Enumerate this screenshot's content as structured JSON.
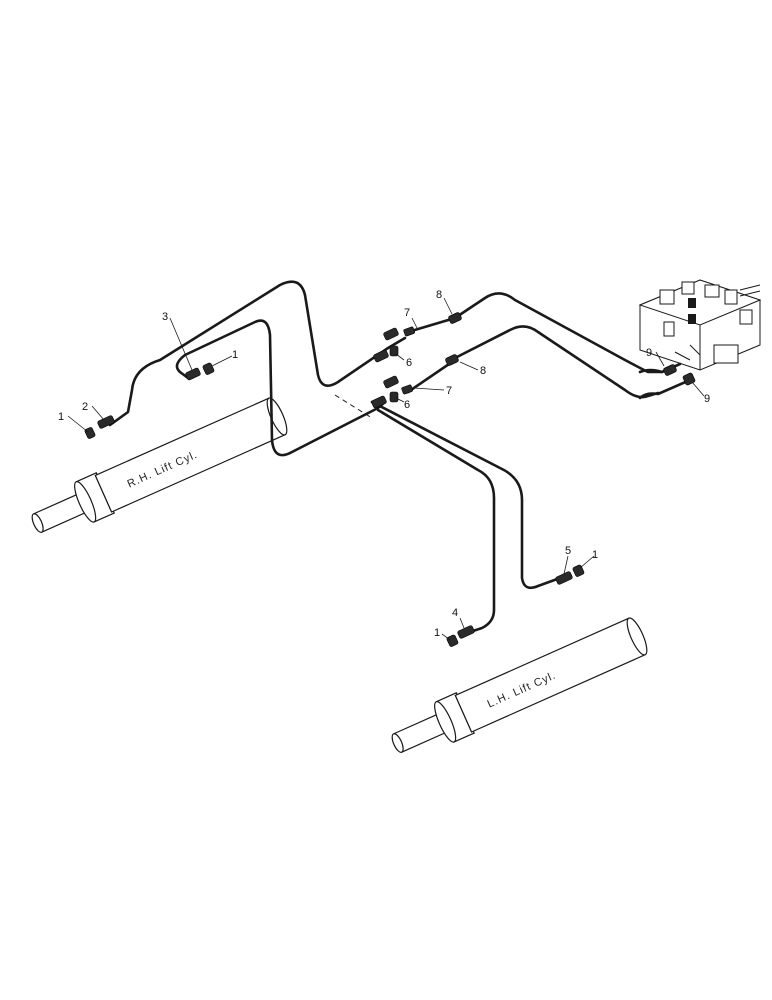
{
  "cylinders": {
    "rh_label": "R.H. Lift Cyl.",
    "lh_label": "L.H. Lift Cyl."
  },
  "callouts": [
    {
      "id": "c1a",
      "text": "1"
    },
    {
      "id": "c2",
      "text": "2"
    },
    {
      "id": "c3",
      "text": "3"
    },
    {
      "id": "c1b",
      "text": "1"
    },
    {
      "id": "c7a",
      "text": "7"
    },
    {
      "id": "c8a",
      "text": "8"
    },
    {
      "id": "c6a",
      "text": "6"
    },
    {
      "id": "c8b",
      "text": "8"
    },
    {
      "id": "c7b",
      "text": "7"
    },
    {
      "id": "c6b",
      "text": "6"
    },
    {
      "id": "c9a",
      "text": "9"
    },
    {
      "id": "c9b",
      "text": "9"
    },
    {
      "id": "c5",
      "text": "5"
    },
    {
      "id": "c1c",
      "text": "1"
    },
    {
      "id": "c4",
      "text": "4"
    },
    {
      "id": "c1d",
      "text": "1"
    }
  ]
}
